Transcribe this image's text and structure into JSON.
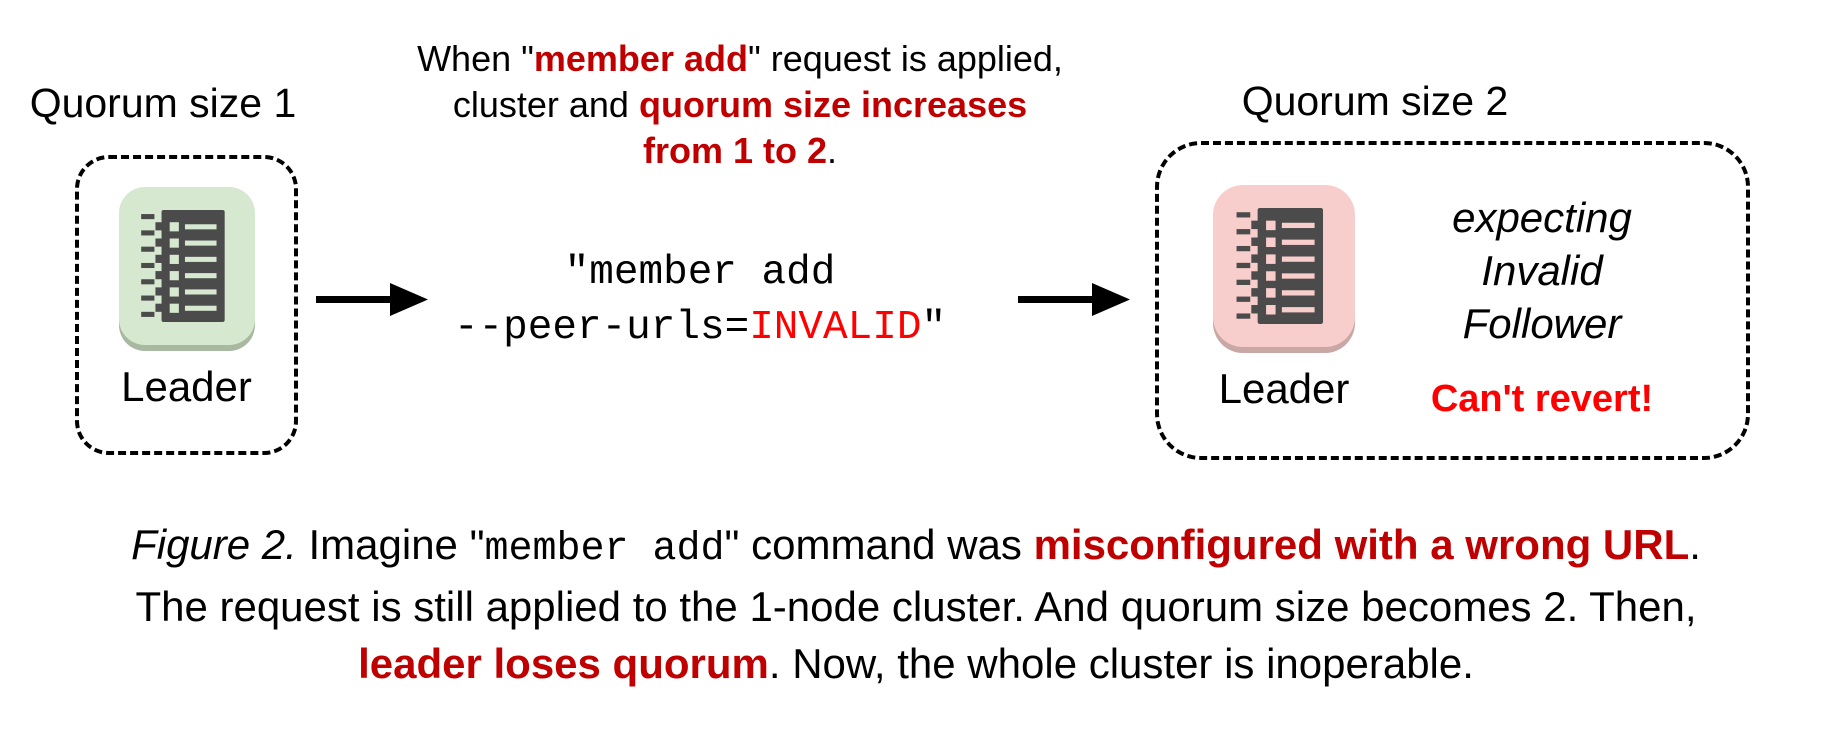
{
  "colors": {
    "emphasis_red": "#c00000",
    "alert_red": "#ff0000",
    "leader_ok_fill": "#d7e8d1",
    "leader_bad_fill": "#f8cecc",
    "icon_glyph": "#4b4b4b"
  },
  "left_panel": {
    "title": "Quorum size 1",
    "node_label": "Leader"
  },
  "note": {
    "line1_pre": "When \"",
    "line1_highlight": "member add",
    "line1_suf": "\" request is applied,",
    "line2_pre": "cluster and ",
    "line2_highlight": "quorum size increases",
    "line3_highlight": "from 1 to 2",
    "line3_suf": "."
  },
  "command": {
    "line1": "\"member add",
    "line2_pre": "--peer-urls=",
    "line2_invalid": "INVALID",
    "line2_suf": "\""
  },
  "right_panel": {
    "title": "Quorum size 2",
    "node_label": "Leader",
    "expectation_lines": [
      "expecting",
      "Invalid",
      "Follower"
    ],
    "warning": "Can't revert!"
  },
  "caption": {
    "line1": {
      "figure_label": "Figure 2.",
      "pre": " Imagine \"",
      "code": "member add",
      "mid": "\" command was ",
      "highlight": "misconfigured with a wrong URL",
      "end": "."
    },
    "line2": "The request is still applied to the 1-node cluster. And quorum size becomes 2. Then,",
    "line3": {
      "highlight": "leader loses quorum",
      "rest": ". Now, the whole cluster is inoperable."
    }
  }
}
